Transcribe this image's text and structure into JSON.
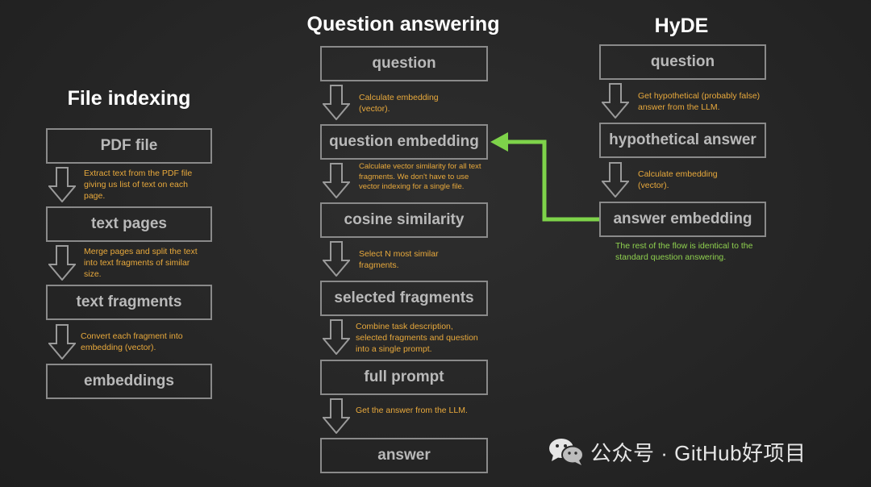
{
  "titles": {
    "file_indexing": "File indexing",
    "question_answering": "Question answering",
    "hyde": "HyDE"
  },
  "file_indexing": {
    "boxes": [
      "PDF file",
      "text pages",
      "text fragments",
      "embeddings"
    ],
    "notes": [
      "Extract text from the PDF file giving us list of text on each page.",
      "Merge pages and split the text into text fragments of similar size.",
      "Convert each fragment into embedding (vector)."
    ]
  },
  "question_answering": {
    "boxes": [
      "question",
      "question embedding",
      "cosine similarity",
      "selected fragments",
      "full prompt",
      "answer"
    ],
    "notes": [
      "Calculate embedding (vector).",
      "Calculate vector similarity for all text fragments. We don't have to use vector indexing for a single file.",
      "Select N most similar fragments.",
      "Combine task description, selected fragments and question into a single prompt.",
      "Get the answer from the LLM."
    ]
  },
  "hyde": {
    "boxes": [
      "question",
      "hypothetical answer",
      "answer embedding"
    ],
    "notes": [
      "Get hypothetical (probably false) answer from the LLM.",
      "Calculate embedding (vector)."
    ],
    "footer_note": "The rest of the flow is identical to the standard question answering."
  },
  "colors": {
    "note": "#e8a93c",
    "green": "#7ed34a",
    "box_border": "#8a8a8a",
    "box_text": "#b9b9b9"
  },
  "watermark": {
    "icon": "wechat-icon",
    "text": "公众号 · GitHub好项目"
  }
}
